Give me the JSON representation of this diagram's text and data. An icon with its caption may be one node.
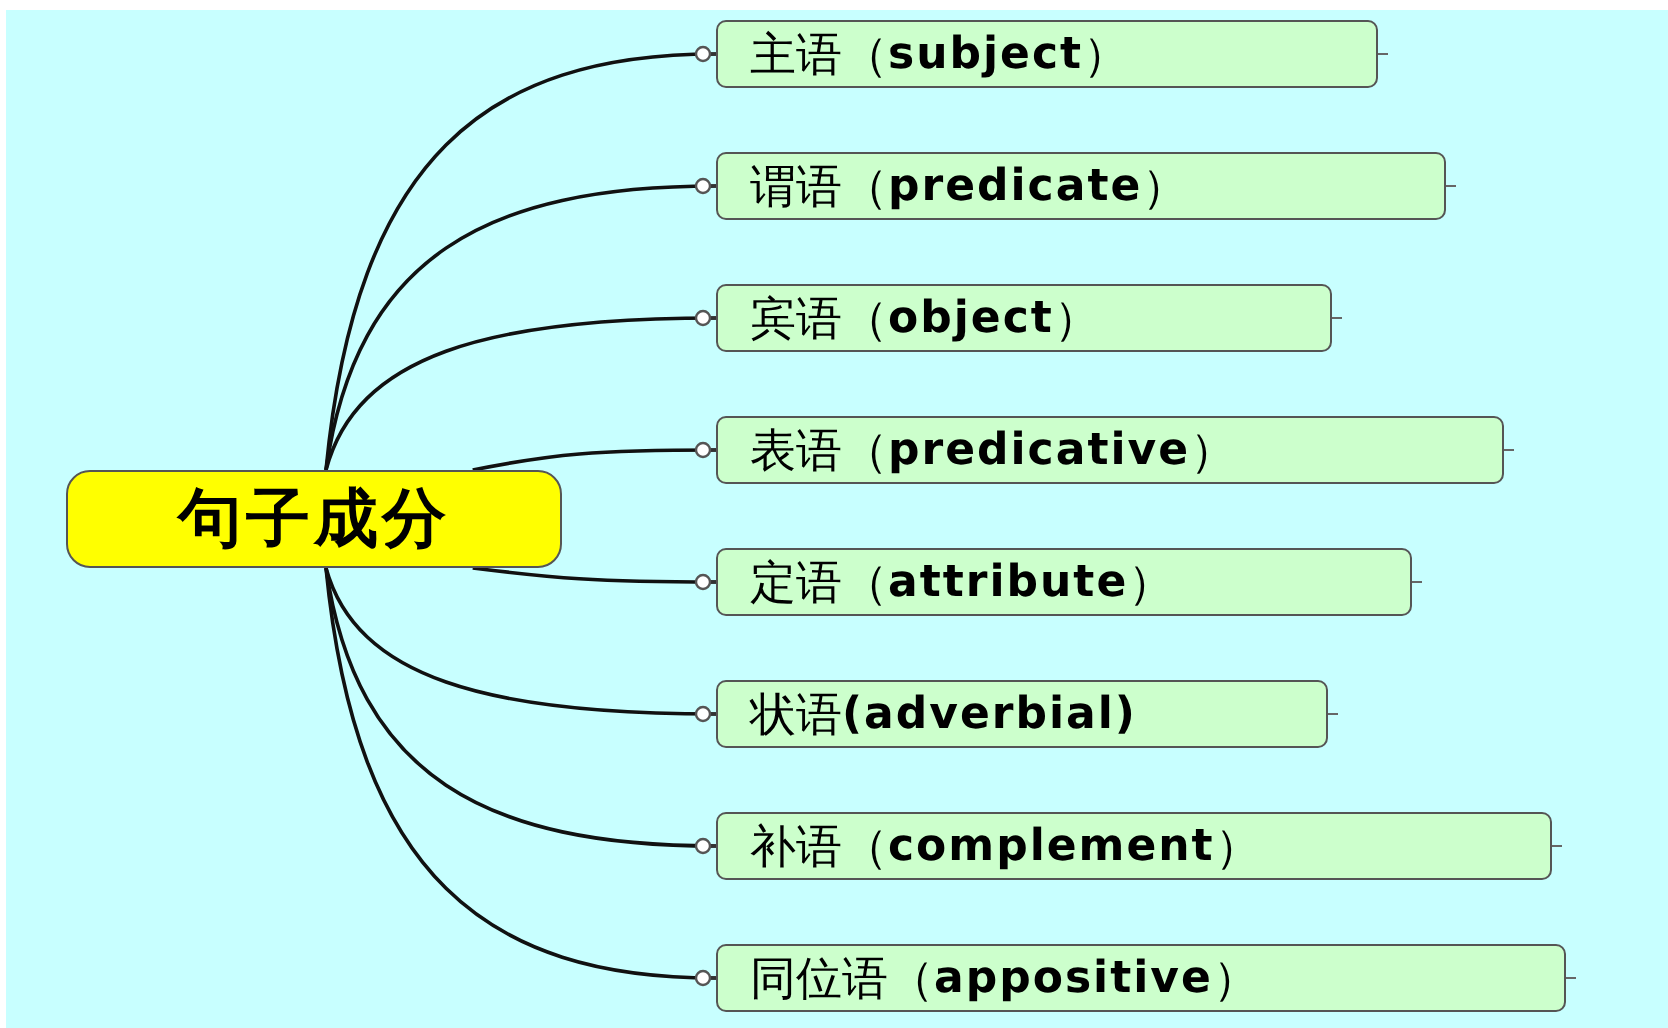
{
  "diagram": {
    "nodes": [
      {
        "text": [
          "句子成分"
        ]
      },
      {
        "text": [
          "主语（subject）"
        ]
      },
      {
        "text": [
          "谓语（predicate）"
        ]
      },
      {
        "text": [
          "宾语（object）"
        ]
      },
      {
        "text": [
          "表语（predicative）"
        ]
      },
      {
        "text": [
          "定语（attribute）"
        ]
      },
      {
        "text": [
          "状语(adverbial)"
        ]
      },
      {
        "text": [
          "补语（complement）"
        ]
      },
      {
        "text": [
          "同位语（appositive）"
        ]
      }
    ],
    "edges": [
      {
        "from": 0,
        "to": 1,
        "arrow": "other"
      },
      {
        "from": 0,
        "to": 2,
        "arrow": "other"
      },
      {
        "from": 0,
        "to": 3,
        "arrow": "other"
      },
      {
        "from": 0,
        "to": 4,
        "arrow": "other"
      },
      {
        "from": 0,
        "to": 5,
        "arrow": "other"
      },
      {
        "from": 0,
        "to": 6,
        "arrow": "other"
      },
      {
        "from": 0,
        "to": 7,
        "arrow": "other"
      },
      {
        "from": 0,
        "to": 8,
        "arrow": "other"
      }
    ]
  }
}
